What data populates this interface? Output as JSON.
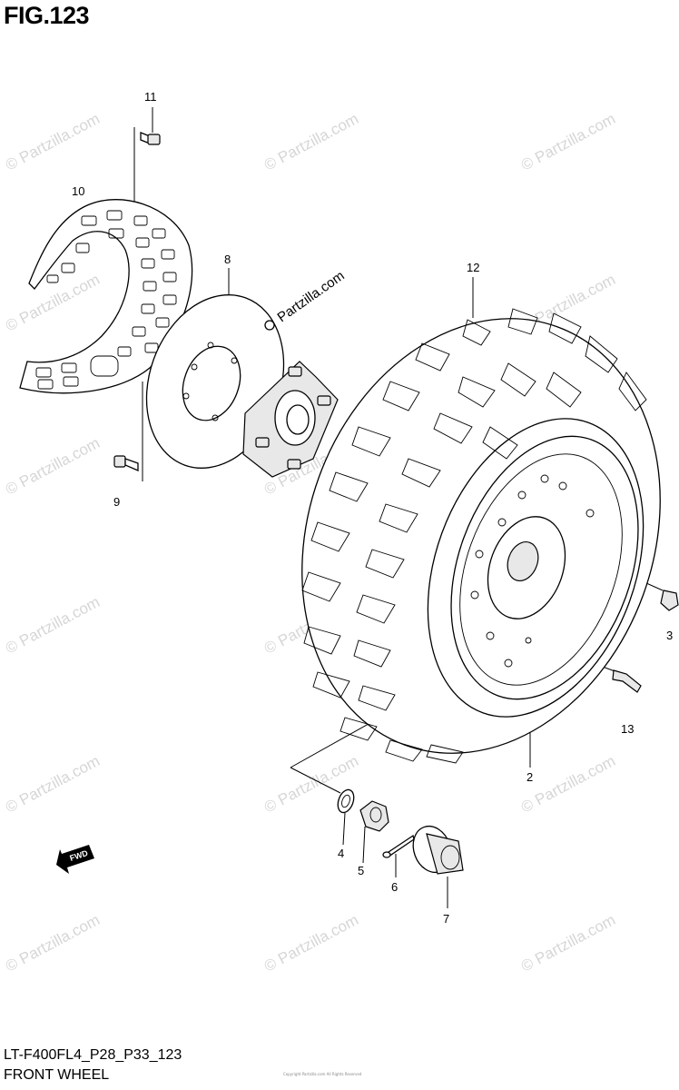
{
  "figure": {
    "title": "FIG.123",
    "model_code": "LT-F400FL4_P28_P33_123",
    "name": "FRONT WHEEL"
  },
  "watermark": {
    "text": "© Partzilla.com",
    "brand_text": "Partzilla.com",
    "color": "#d6d6d6"
  },
  "fwd_badge": {
    "text": "FWD"
  },
  "credit_text": "Copyright Partzilla.com All Rights Reserved",
  "callouts": [
    {
      "number": "2",
      "part": "rim"
    },
    {
      "number": "3",
      "part": "wheel-nut"
    },
    {
      "number": "4",
      "part": "washer"
    },
    {
      "number": "5",
      "part": "castle-nut"
    },
    {
      "number": "6",
      "part": "cotter-pin"
    },
    {
      "number": "7",
      "part": "hub-cap"
    },
    {
      "number": "8",
      "part": "brake-disc"
    },
    {
      "number": "9",
      "part": "bolt"
    },
    {
      "number": "10",
      "part": "disc-cover"
    },
    {
      "number": "11",
      "part": "bolt"
    },
    {
      "number": "12",
      "part": "tire"
    },
    {
      "number": "13",
      "part": "valve"
    }
  ]
}
